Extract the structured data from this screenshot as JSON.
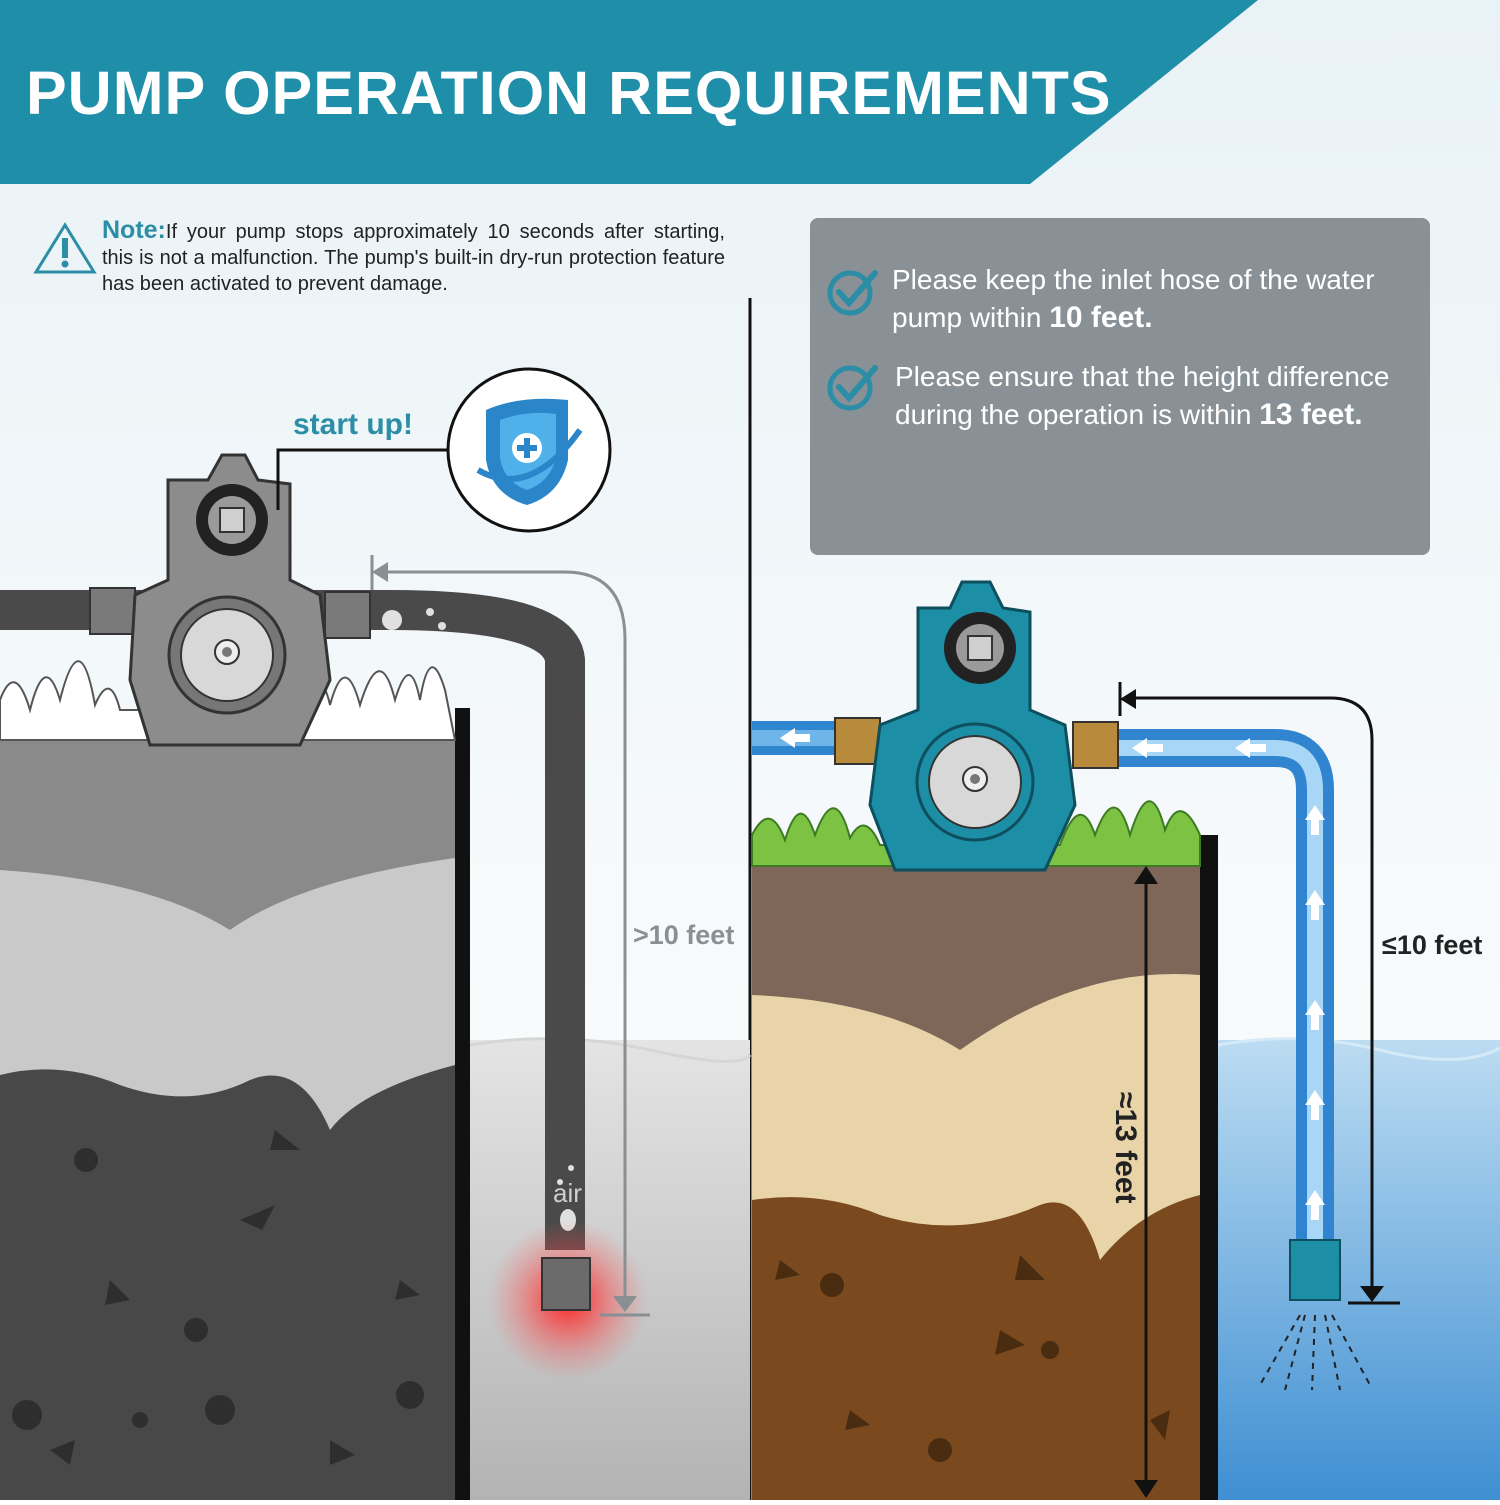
{
  "header": {
    "title": "PUMP OPERATION REQUIREMENTS"
  },
  "note": {
    "label": "Note:",
    "text": "If your pump stops approximately 10 seconds after starting, this is not a malfunction. The pump's built-in dry-run protection feature has been activated to prevent damage."
  },
  "requirements": [
    {
      "text": "Please keep the inlet hose of the water pump within ",
      "bold": "10 feet."
    },
    {
      "text": "Please ensure that the height difference during the operation is within ",
      "bold": "13 feet."
    }
  ],
  "left_panel": {
    "callout": "start up!",
    "distance_label": ">10 feet",
    "air_label": "air"
  },
  "right_panel": {
    "distance_label": "≤10 feet",
    "height_label": "≈13 feet"
  },
  "colors": {
    "teal": "#1f8ea8",
    "pump_blue": "#1c8ea6",
    "grass": "#7cc243",
    "water": "#5aa7de",
    "alert_red": "#ff2a2a"
  }
}
